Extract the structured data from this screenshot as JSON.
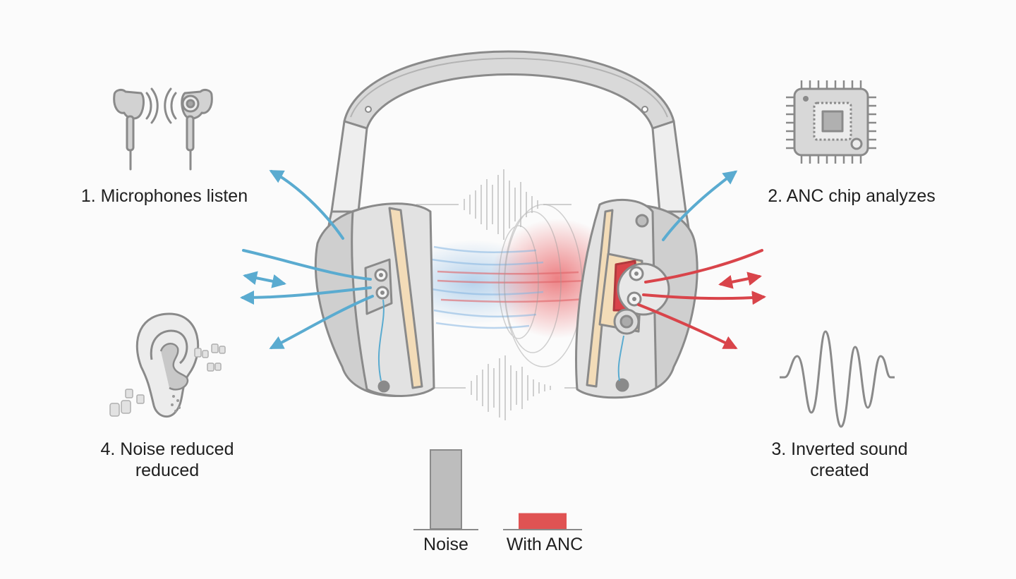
{
  "steps": {
    "step1": {
      "label": "1. Microphones listen",
      "icon": "earbuds-microphone-icon"
    },
    "step2": {
      "label": "2. ANC chip analyzes",
      "icon": "chip-icon"
    },
    "step3": {
      "line1": "3. Inverted sound",
      "line2": "created",
      "icon": "inverted-wave-icon"
    },
    "step4": {
      "line1": "4. Noise reduced",
      "line2": "reduced",
      "icon": "ear-icon"
    }
  },
  "comparison": {
    "bars": [
      {
        "label": "Noise",
        "level": 1.0,
        "color": "#bdbdbd"
      },
      {
        "label": "With ANC",
        "level": 0.2,
        "color": "#e05353"
      }
    ]
  },
  "colors": {
    "noise_flow": "#5aabd0",
    "anti_noise_flow": "#d9444a",
    "headphone_body": "#d7d7d7",
    "headphone_outline": "#8a8a8a",
    "cushion": "#f3dcb8"
  },
  "illustration": {
    "icon": "headphones-icon"
  }
}
